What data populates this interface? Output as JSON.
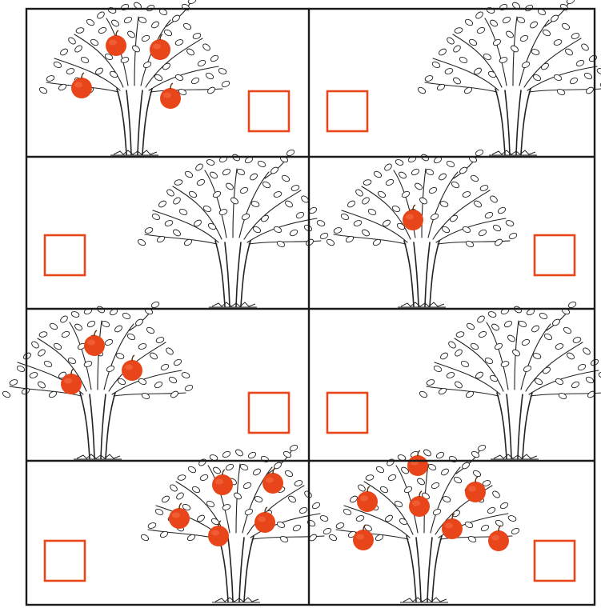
{
  "colors": {
    "apple": "#e8461a",
    "box": "#e8461a",
    "ink": "#1a1a1a",
    "background": "#ffffff"
  },
  "panels": [
    {
      "id": "r1c1",
      "apple_count": 4,
      "tree_icon": "apple-tree-icon",
      "box_icon": "empty-square-icon"
    },
    {
      "id": "r1c2",
      "apple_count": 0,
      "tree_icon": "apple-tree-icon",
      "box_icon": "empty-square-icon"
    },
    {
      "id": "r2c1",
      "apple_count": 0,
      "tree_icon": "apple-tree-icon",
      "box_icon": "empty-square-icon"
    },
    {
      "id": "r2c2",
      "apple_count": 1,
      "tree_icon": "apple-tree-icon",
      "box_icon": "empty-square-icon"
    },
    {
      "id": "r3c1",
      "apple_count": 3,
      "tree_icon": "apple-tree-icon",
      "box_icon": "empty-square-icon"
    },
    {
      "id": "r3c2",
      "apple_count": 0,
      "tree_icon": "apple-tree-icon",
      "box_icon": "empty-square-icon"
    },
    {
      "id": "r4c1",
      "apple_count": 5,
      "tree_icon": "apple-tree-icon",
      "box_icon": "empty-square-icon"
    },
    {
      "id": "r4c2",
      "apple_count": 7,
      "tree_icon": "apple-tree-icon",
      "box_icon": "empty-square-icon"
    }
  ]
}
